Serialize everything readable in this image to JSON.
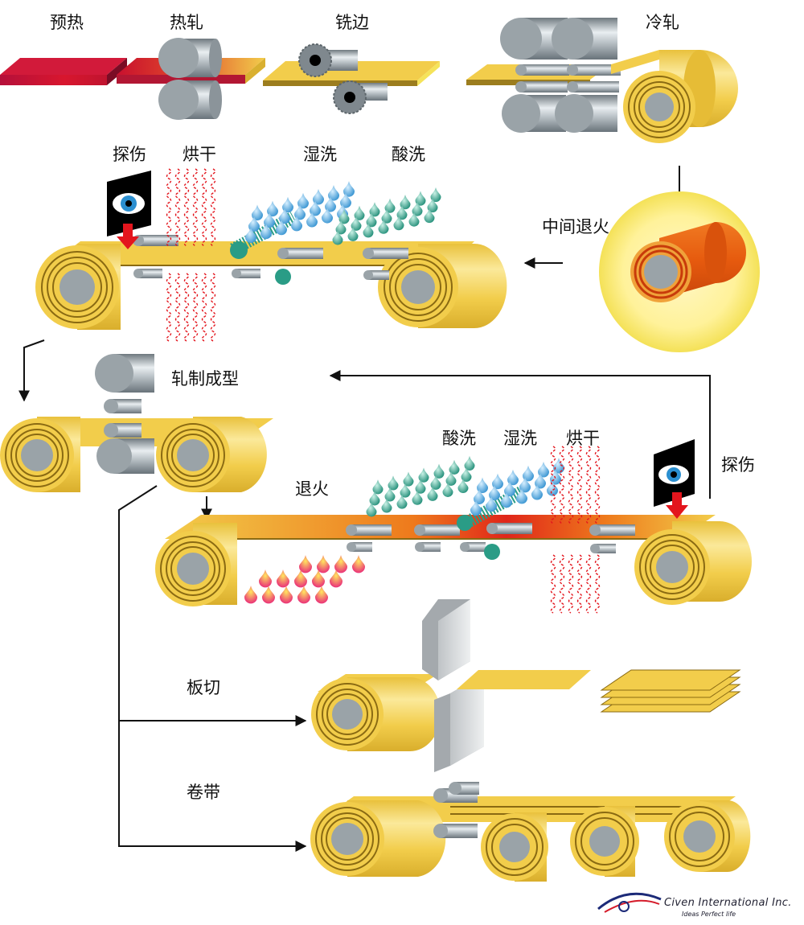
{
  "labels": {
    "preheat": "预热",
    "hot_rolling": "热轧",
    "edge_milling": "铣边",
    "cold_rolling": "冷轧",
    "inspection_1": "探伤",
    "drying_1": "烘干",
    "wet_wash_1": "湿洗",
    "pickling_1": "酸洗",
    "intermediate_annealing": "中间退火",
    "roll_forming": "轧制成型",
    "pickling_2": "酸洗",
    "wet_wash_2": "湿洗",
    "drying_2": "烘干",
    "inspection_2": "探伤",
    "annealing": "退火",
    "sheet_cutting": "板切",
    "strip_coiling": "卷带"
  },
  "logo": {
    "company": "Civen International Inc.",
    "slogan": "Ideas Perfect life"
  },
  "colors": {
    "strip_gold": "#f2cd4b",
    "roller_grey": "#9aa3a8",
    "hot_red": "#c8102e",
    "glow_orange": "#e86a12",
    "water_blue": "#4aa8dd",
    "acid_teal": "#2a9c86",
    "inspect_red": "#e3151d"
  }
}
